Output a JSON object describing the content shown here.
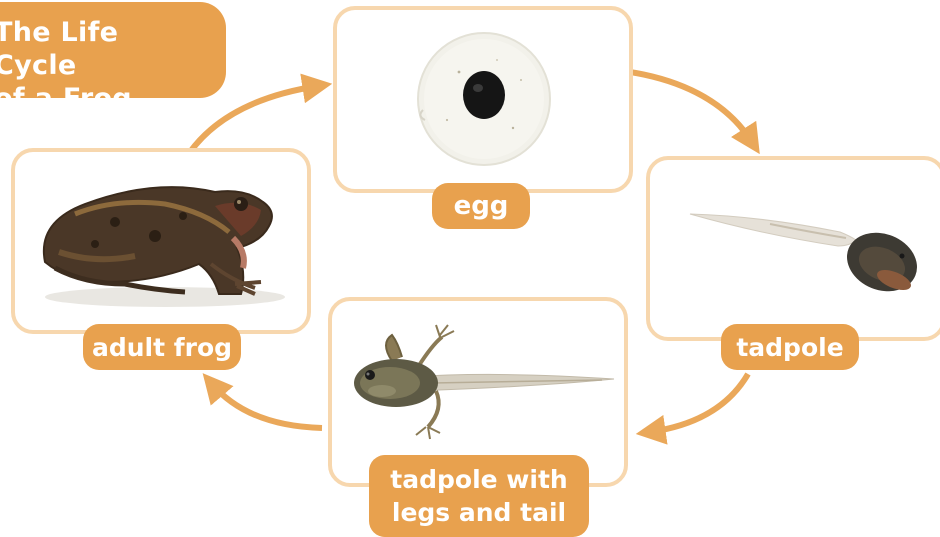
{
  "title": "The Life Cycle\nof a Frog",
  "stages": {
    "egg": "egg",
    "tadpole": "tadpole",
    "tadpole_legs": "tadpole with\nlegs and tail",
    "adult": "adult frog"
  },
  "colors": {
    "accent": "#e8a14e",
    "arrow": "#eaa85a",
    "card_border": "#f7d7ae",
    "label_text": "#ffffff"
  }
}
